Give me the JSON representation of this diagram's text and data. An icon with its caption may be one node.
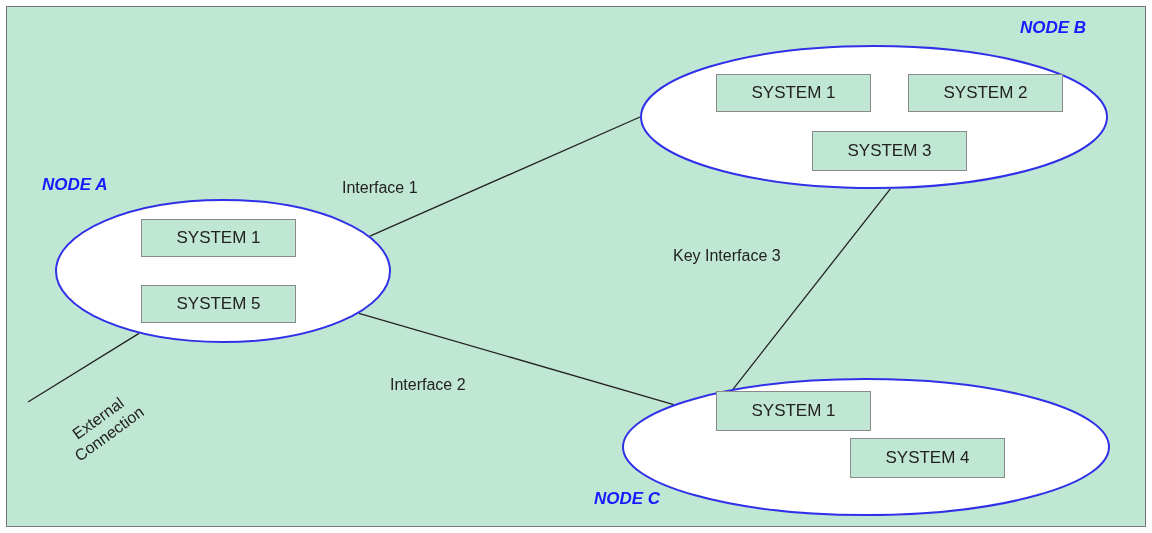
{
  "diagram": {
    "nodes": [
      {
        "text": [
          "NODE A"
        ]
      },
      {
        "text": [
          "SYSTEM 1"
        ],
        "in": 0
      },
      {
        "text": [
          "SYSTEM 5"
        ],
        "in": 0
      },
      {
        "text": [
          "NODE B"
        ]
      },
      {
        "text": [
          "SYSTEM 1"
        ],
        "in": 3
      },
      {
        "text": [
          "SYSTEM 2"
        ],
        "in": 3
      },
      {
        "text": [
          "SYSTEM 3"
        ],
        "in": 3
      },
      {
        "text": [
          "NODE C"
        ]
      },
      {
        "text": [
          "SYSTEM 1"
        ],
        "in": 7
      },
      {
        "text": [
          "SYSTEM 4"
        ],
        "in": 7
      }
    ],
    "edges": [
      {
        "from": 0,
        "to": 3,
        "arrow": "none",
        "label": "Interface 1"
      },
      {
        "from": 0,
        "to": 7,
        "arrow": "none",
        "label": "Interface 2"
      },
      {
        "from": 3,
        "to": 7,
        "arrow": "none",
        "label": "Key Interface 3"
      },
      {
        "from": null,
        "to": 0,
        "arrow": "none",
        "label": "External Connection"
      }
    ]
  }
}
